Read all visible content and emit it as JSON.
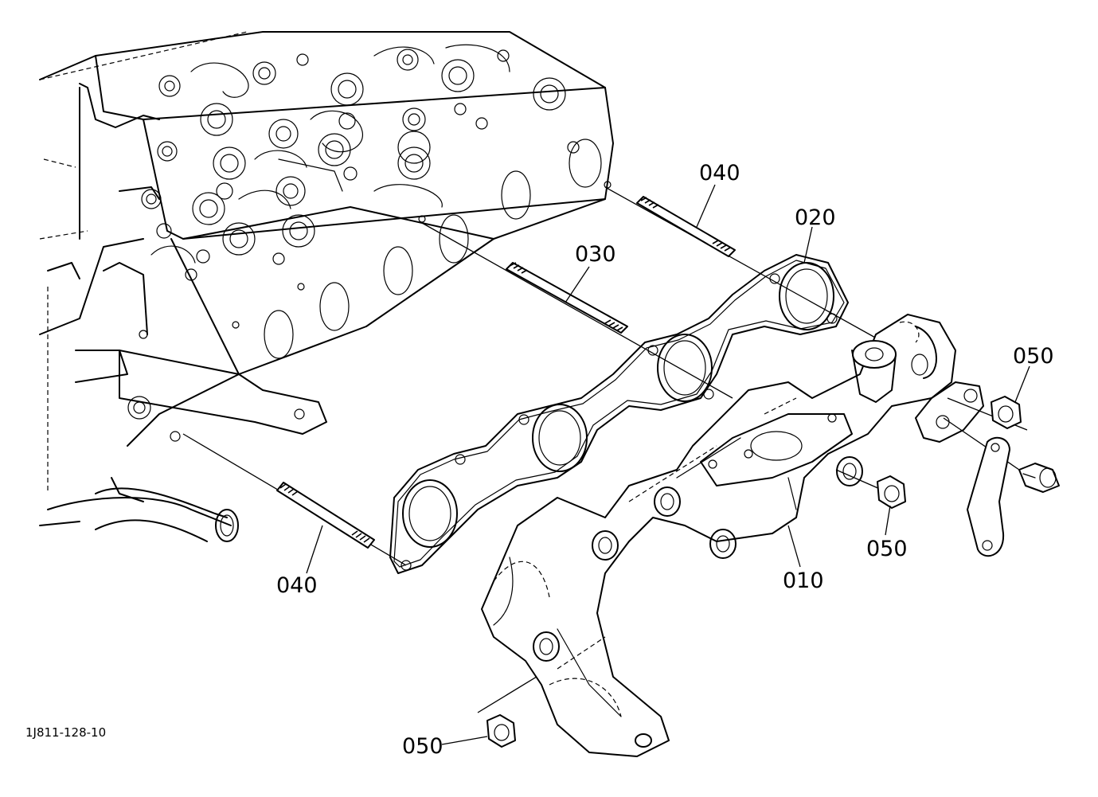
{
  "figure_id": "1J811-128-10",
  "callouts": [
    {
      "key": "c040_top",
      "label": "040"
    },
    {
      "key": "c020",
      "label": "020"
    },
    {
      "key": "c030",
      "label": "030"
    },
    {
      "key": "c050_right",
      "label": "050"
    },
    {
      "key": "c050_mid",
      "label": "050"
    },
    {
      "key": "c010",
      "label": "010"
    },
    {
      "key": "c040_bottom",
      "label": "040"
    },
    {
      "key": "c050_bottom",
      "label": "050"
    }
  ],
  "colors": {
    "ink": "#000000",
    "paper": "#ffffff"
  }
}
